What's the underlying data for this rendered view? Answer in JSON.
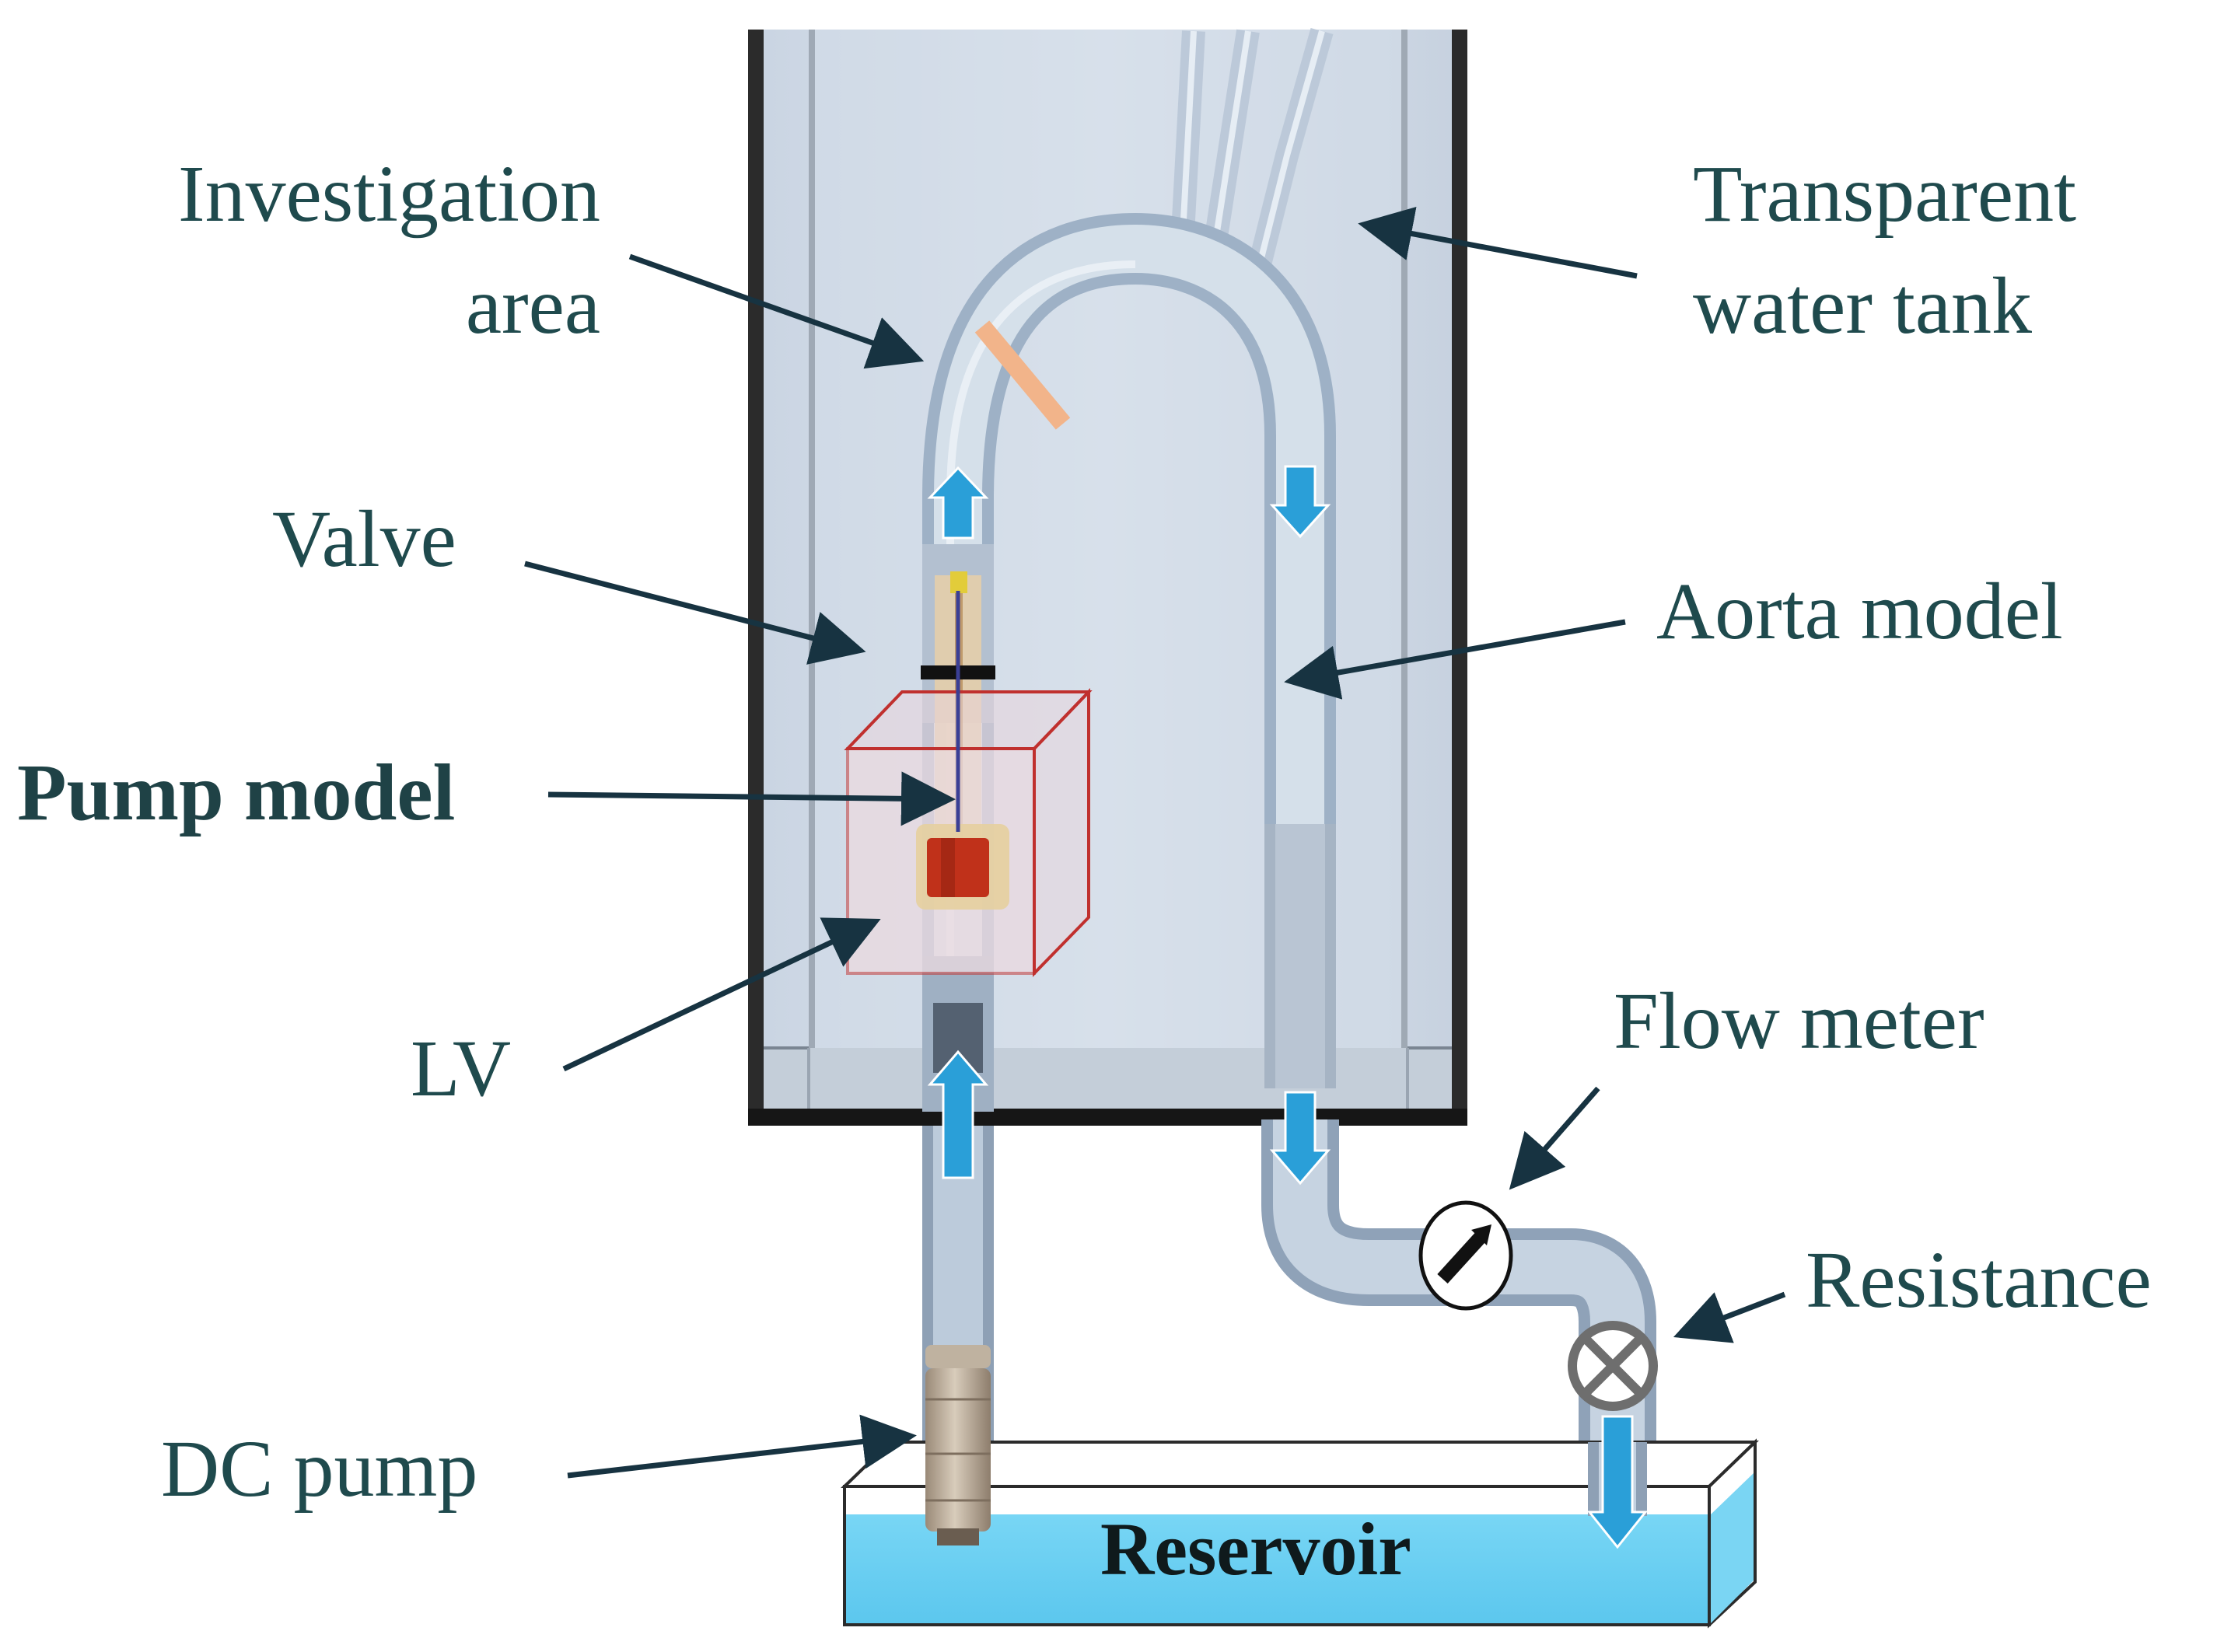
{
  "labels": {
    "investigation_area_line1": "Investigation",
    "investigation_area_line2": "area",
    "transparent_tank_line1": "Transparent",
    "transparent_tank_line2": "water tank",
    "valve": "Valve",
    "aorta_model": "Aorta model",
    "pump_model": "Pump model",
    "lv": "LV",
    "flow_meter": "Flow meter",
    "resistance": "Resistance",
    "dc_pump": "DC pump",
    "reservoir": "Reservoir"
  },
  "colors": {
    "label_text": "#1f4a4d",
    "tank_frame": "#1a1a1a",
    "tank_water": "#d6dfea",
    "tube": "#b8c8da",
    "flow_arrow": "#2a9fd8",
    "reservoir_water": "#6ed0f2",
    "lv_box_edge": "#c0302e",
    "investigation_marker": "#f2b48a",
    "pump_rotor": "#c0311a",
    "leader_arrow": "#173341"
  }
}
